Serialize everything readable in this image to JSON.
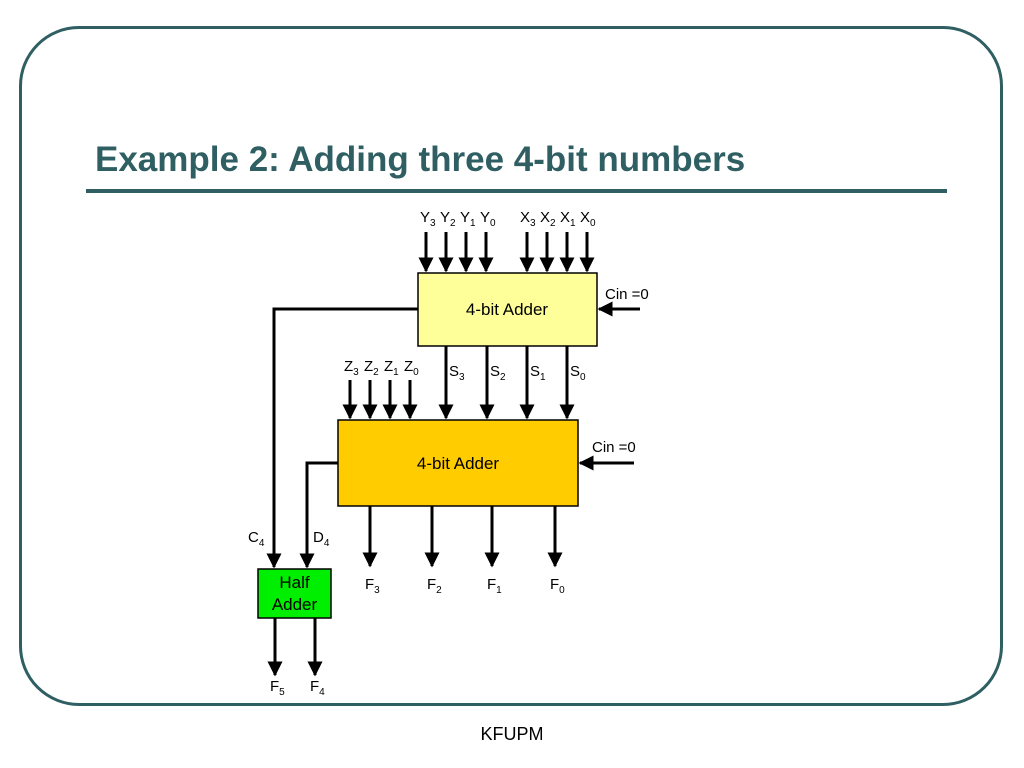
{
  "slide": {
    "title": "Example 2: Adding three 4-bit numbers",
    "footer": "KFUPM"
  },
  "colors": {
    "frame": "#2f5f62",
    "adder_top_fill": "#ffff99",
    "adder_bottom_fill": "#ffcc00",
    "half_adder_fill": "#00ee00",
    "wire": "#000000"
  },
  "diagram": {
    "adder_top": {
      "label": "4-bit Adder",
      "cin": "Cin =0"
    },
    "adder_bottom": {
      "label": "4-bit Adder",
      "cin": "Cin =0"
    },
    "half_adder": {
      "label_line1": "Half",
      "label_line2": "Adder"
    },
    "inputs_y": [
      {
        "base": "Y",
        "sub": "3"
      },
      {
        "base": "Y",
        "sub": "2"
      },
      {
        "base": "Y",
        "sub": "1"
      },
      {
        "base": "Y",
        "sub": "0"
      }
    ],
    "inputs_x": [
      {
        "base": "X",
        "sub": "3"
      },
      {
        "base": "X",
        "sub": "2"
      },
      {
        "base": "X",
        "sub": "1"
      },
      {
        "base": "X",
        "sub": "0"
      }
    ],
    "inputs_z": [
      {
        "base": "Z",
        "sub": "3"
      },
      {
        "base": "Z",
        "sub": "2"
      },
      {
        "base": "Z",
        "sub": "1"
      },
      {
        "base": "Z",
        "sub": "0"
      }
    ],
    "sums_s": [
      {
        "base": "S",
        "sub": "3"
      },
      {
        "base": "S",
        "sub": "2"
      },
      {
        "base": "S",
        "sub": "1"
      },
      {
        "base": "S",
        "sub": "0"
      }
    ],
    "carry_c4": {
      "base": "C",
      "sub": "4"
    },
    "carry_d4": {
      "base": "D",
      "sub": "4"
    },
    "outputs_f_low": [
      {
        "base": "F",
        "sub": "3"
      },
      {
        "base": "F",
        "sub": "2"
      },
      {
        "base": "F",
        "sub": "1"
      },
      {
        "base": "F",
        "sub": "0"
      }
    ],
    "outputs_f_high": [
      {
        "base": "F",
        "sub": "5"
      },
      {
        "base": "F",
        "sub": "4"
      }
    ]
  }
}
